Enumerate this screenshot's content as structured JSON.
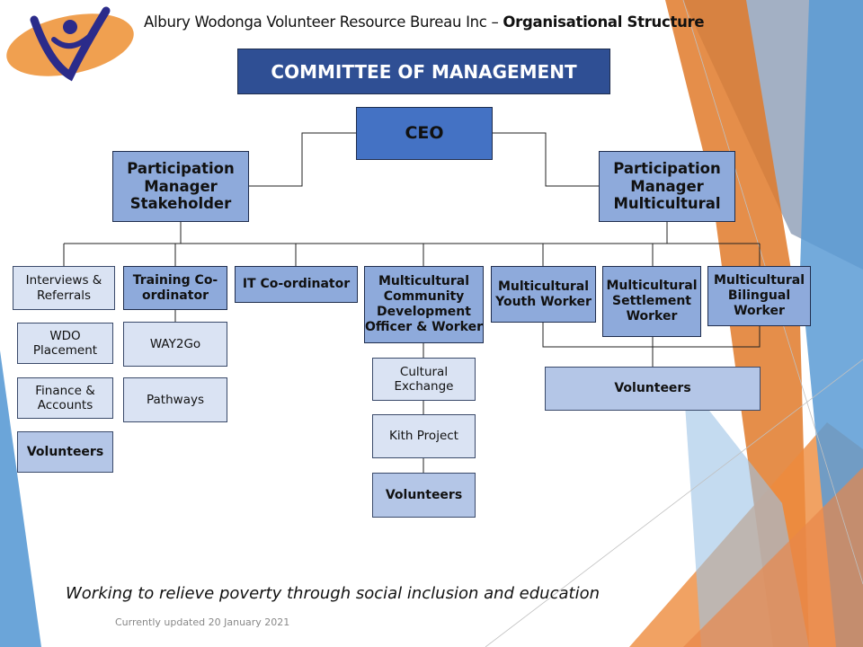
{
  "header": {
    "org_name": "Albury Wodonga Volunteer Resource Bureau Inc –",
    "doc_title": "Organisational Structure"
  },
  "logo": {
    "name": "v-figure-logo",
    "colors": {
      "oval": "#f0a050",
      "figure": "#2b2b8a"
    }
  },
  "chart": {
    "committee": "COMMITTEE OF MANAGEMENT",
    "ceo": "CEO",
    "manager_stakeholder": "Participation Manager Stakeholder",
    "manager_multicultural": "Participation Manager Multicultural",
    "interviews": "Interviews & Referrals",
    "training": "Training Co-ordinator",
    "it": "IT Co-ordinator",
    "mcdo": "Multicultural Community Development Officer & Worker",
    "youth": "Multicultural Youth Worker",
    "settlement": "Multicultural Settlement Worker",
    "bilingual": "Multicultural Bilingual Worker",
    "wdo": "WDO Placement",
    "finance": "Finance & Accounts",
    "volunteers_left": "Volunteers",
    "way2go": "WAY2Go",
    "pathways": "Pathways",
    "cultural": "Cultural Exchange",
    "kith": "Kith Project",
    "volunteers_mid": "Volunteers",
    "volunteers_right": "Volunteers"
  },
  "footer": {
    "tagline": "Working to relieve poverty through social inclusion and education",
    "updated": "Currently updated 20 January 2021"
  },
  "colors": {
    "dark_blue": "#2f4f94",
    "ceo_blue": "#4472c4",
    "mid_blue": "#8eaadb",
    "light_blue": "#dae3f3",
    "orange_accent": "#e07a2a",
    "sky_accent": "#5b9bd5"
  }
}
